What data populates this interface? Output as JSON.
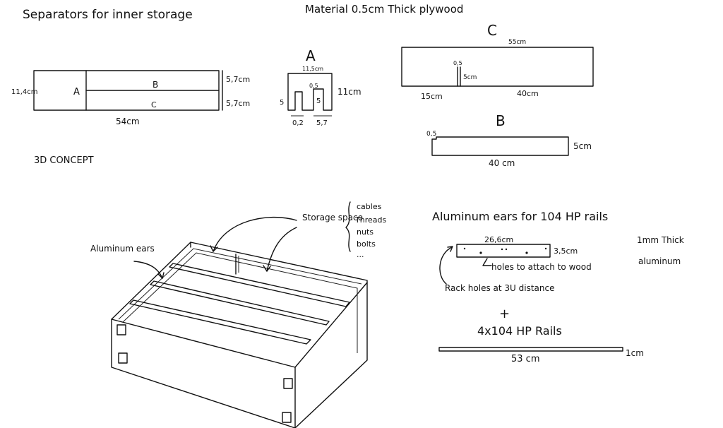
{
  "separators": {
    "title": "Separators for inner storage",
    "height_total": "11,4cm",
    "label_a": "A",
    "label_b": "B",
    "label_c": "C",
    "dim_top": "5,7cm",
    "dim_bottom": "5,7cm",
    "length": "54cm"
  },
  "material": {
    "text": "Material 0.5cm Thick plywood"
  },
  "piece_a": {
    "label": "A",
    "width": "11,5cm",
    "height": "11cm",
    "slot": "0,5",
    "left_height": "5",
    "slot_height": "5",
    "bottom_left": "0,2",
    "bottom_right": "5,7"
  },
  "piece_c": {
    "label": "C",
    "length": "55cm",
    "slot": "0,5",
    "slot_depth": "5cm",
    "left_offset": "15cm",
    "right_length": "40cm"
  },
  "piece_b": {
    "label": "B",
    "slot": "0,5",
    "height": "5cm",
    "length": "40 cm"
  },
  "concept": {
    "title": "3D CONCEPT",
    "aluminum_label": "Aluminum ears",
    "storage_label": "Storage space",
    "storage_items": [
      "cables",
      "Threads",
      "nuts",
      "bolts",
      "..."
    ]
  },
  "ears": {
    "title": "Aluminum ears for 104 HP rails",
    "length": "26,6cm",
    "height": "3,5cm",
    "holes_note": "holes to attach to wood",
    "rack_note": "Rack holes at 3U distance",
    "thickness_note_1": "1mm Thick",
    "thickness_note_2": "aluminum",
    "plus": "+",
    "rails": "4x104 HP Rails",
    "rail_length": "53 cm",
    "rail_height": "1cm"
  }
}
